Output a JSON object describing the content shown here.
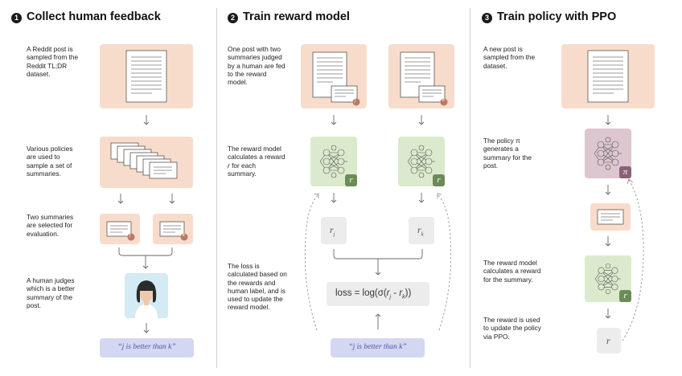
{
  "sections": [
    {
      "num": "1",
      "title": "Collect human feedback",
      "desc_post": "A Reddit post is sampled from the Reddit TL;DR dataset.",
      "desc_policies": "Various policies are used to sample a set of summaries.",
      "desc_two": "Two summaries are selected for evaluation.",
      "desc_human": "A human judges which is a better summary of the post.",
      "judgement": "“j is better than k”",
      "label_j": "j",
      "label_k": "k"
    },
    {
      "num": "2",
      "title": "Train reward model",
      "desc_post": "One post with two summaries judged by a human are fed to the reward model.",
      "desc_reward_pre": "The reward model calculates a reward ",
      "desc_reward_r": "r",
      "desc_reward_post": " for each summary.",
      "desc_loss": "The loss is calculated based on the rewards and human label, and is used to update the reward model.",
      "label_j": "j",
      "label_k": "k",
      "rj_base": "r",
      "rj_sub": "j",
      "rk_base": "r",
      "rk_sub": "k",
      "badge": "r",
      "loss_pre": "loss = log(σ(",
      "loss_r1": "r",
      "loss_j": "j",
      "loss_minus": " - ",
      "loss_r2": "r",
      "loss_k": "k",
      "loss_post": "))",
      "judgement": "“j is better than k”"
    },
    {
      "num": "3",
      "title": "Train policy with PPO",
      "desc_post": "A new post is sampled from the dataset.",
      "desc_policy": "The policy π generates a summary for the post.",
      "desc_reward": "The reward model calculates a reward for the summary.",
      "desc_update": "The reward is used to update the policy via PPO.",
      "badge_pi": "π",
      "badge_r": "r",
      "reward_label": "r"
    }
  ],
  "colors": {
    "peach": "#f8dccb",
    "green": "#dbeacd",
    "mauve": "#dcc6cf",
    "gray": "#ececec",
    "lavender": "#d3d7f1",
    "judgement_text": "#4d54a8"
  }
}
